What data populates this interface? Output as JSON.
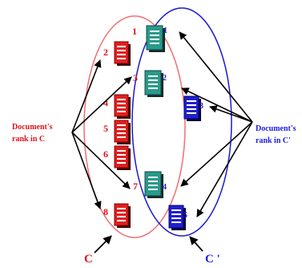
{
  "labels": {
    "left_caption_line1": "Document's",
    "left_caption_line2": "rank in C",
    "right_caption_line1": "Document's",
    "right_caption_line2": "rank in C'",
    "set_c": "C",
    "set_c_prime": "C '"
  },
  "ranks_in_c": [
    "1",
    "2",
    "3",
    "4",
    "5",
    "6",
    "7",
    "8"
  ],
  "ranks_in_c_prime": [
    "1",
    "2",
    "3",
    "4",
    "5"
  ],
  "colors": {
    "set_c": "#f07070",
    "set_c_prime": "#1a1ad0",
    "c_only_doc": "#e02020",
    "shared_doc": "#2a9a8a",
    "c_prime_only_doc": "#2020d0",
    "arrow": "#000000"
  }
}
